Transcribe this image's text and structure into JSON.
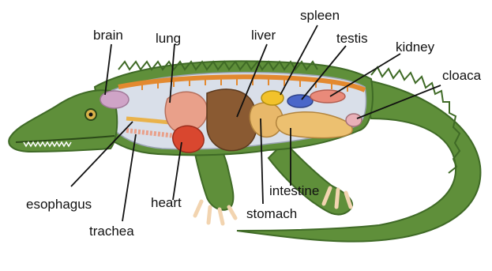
{
  "labels": {
    "brain": "brain",
    "lung": "lung",
    "liver": "liver",
    "spleen": "spleen",
    "testis": "testis",
    "kidney": "kidney",
    "cloaca": "cloaca",
    "esophagus": "esophagus",
    "heart": "heart",
    "trachea": "trachea",
    "stomach": "stomach",
    "intestine": "intestine"
  },
  "colors": {
    "skin": "#5f8f3a",
    "skin_dark": "#3f6a26",
    "body_cavity": "#d9dfe9",
    "lung": "#e9a08a",
    "liver": "#8a5a32",
    "heart": "#d9472f",
    "stomach": "#e8b86a",
    "intestine": "#ecc070",
    "spleen": "#f2c22b",
    "kidney": "#e98a7a",
    "testis": "#4a67c9",
    "brain": "#cfa4c7",
    "spine": "#e3892f",
    "leader_line": "#111111"
  }
}
